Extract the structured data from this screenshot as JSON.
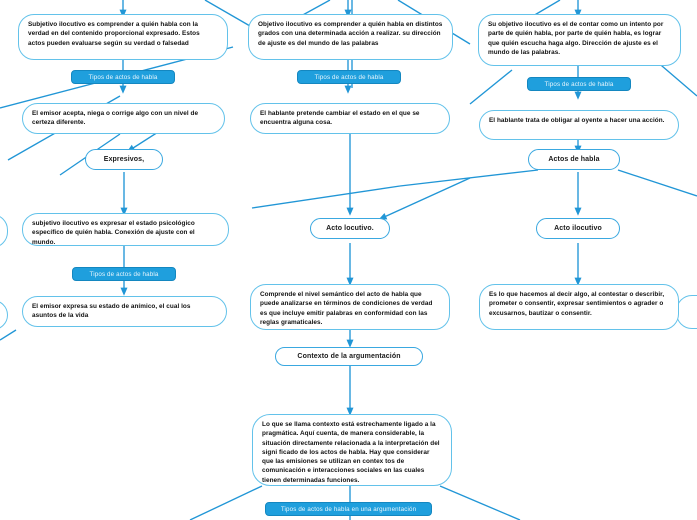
{
  "diagram": {
    "title": "Mapa conceptual de actos de habla",
    "colors": {
      "edge": "#2196d6",
      "node_border": "#63c2ea",
      "pill_border": "#3aa8e0",
      "badge_fill": "#1f9fdd",
      "badge_text": "#e9f6fd",
      "text": "#111111",
      "background": "#ffffff"
    },
    "nodes": {
      "subjetivo_ilocutivo": "Subjetivo ilocutivo es comprender a quién habla con la verdad en del contenido proporcional expresado. Estos actos pueden evaluarse según su verdad o falsedad",
      "objetivo_ilocutivo": "Objetivo ilocutivo es comprender a quién habla en distintos grados con una determinada acción a realizar. su dirección de ajuste es del mundo de las palabras",
      "su_objetivo_ilocutivo": "Su objetivo ilocutivo es el de contar como un intento por parte de quién habla, por parte de quién habla, es lograr que quién escucha haga algo. Dirección de ajuste es el mundo de las palabras.",
      "emisor_acepta": "El emisor acepta, niega o corrige algo con un nivel de certeza diferente.",
      "hablante_pretende": "El hablante pretende cambiar el estado en el que se encuentra alguna cosa.",
      "hablante_obliga": "El hablante trata de obligar al oyente a hacer una acción.",
      "expresivos": "Expresivos,",
      "actos_de_habla": "Actos de habla",
      "subjetivo_expresar": "subjetivo ilocutivo es expresar el estado psicológico específico de quién habla. Conexión de ajuste con el mundo.",
      "acto_locutivo": "Acto locutivo.",
      "acto_ilocutivo": "Acto ilocutivo",
      "emisor_expresa": "El emisor expresa su estado de anímico, el cual los asuntos de la vida",
      "comprende_nivel": "Comprende el nivel semántico del acto de habla que puede analizarse en términos de condiciones de verdad es que incluye emitir palabras en conformidad con las reglas gramaticales.",
      "es_lo_que_hacemos": "Es lo que hacemos al decir algo, al contestar o describir, prometer o consentir, expresar sentimientos o agrader o excusarnos, bautizar o consentir.",
      "contexto_argumentacion": "Contexto de la argumentación",
      "lo_que_se_llama": "Lo que se llama contexto está estrechamente ligado a la pragmática. Aquí cuenta, de manera considerable, la situación directamente relacionada a la interpretación del signi ficado de los actos de habla. Hay que considerar que las emisiones se utilizan en contex tos de comunicación e interacciones sociales en las cuales tienen determinadas funciones."
    },
    "badges": {
      "tipos_left": "Tipos de actos de habla",
      "tipos_center": "Tipos de actos de habla",
      "tipos_right": "Tipos de actos de habla",
      "tipos_expresivos": "Tipos de actos de habla",
      "tipos_argumentacion": "Tipos de actos de habla en una argumentación"
    }
  }
}
